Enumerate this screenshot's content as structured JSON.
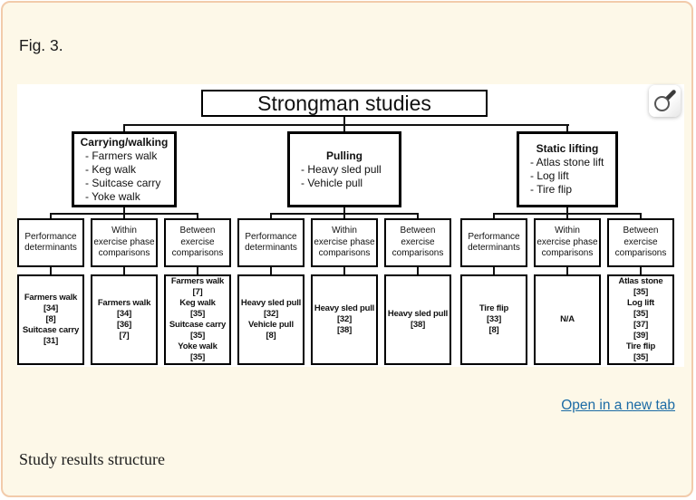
{
  "page": {
    "fig_label": "Fig. 3.",
    "caption": "Study results structure",
    "open_link_label": "Open in a new tab"
  },
  "icons": {
    "zoom_button": "magnifier-icon"
  },
  "colors": {
    "page_background": "#FDF8E8",
    "page_border": "#F2CBAB",
    "figure_background": "#FFFFFF",
    "diagram_line": "#111111",
    "box_border": "#000000",
    "link": "#1B6BA5",
    "text": "#1C1C1C"
  },
  "diagram": {
    "title": "Strongman studies",
    "column_labels": [
      "Performance\ndeterminants",
      "Within\nexercise phase\ncomparisons",
      "Between\nexercise\ncomparisons"
    ],
    "branches": [
      {
        "heading": "Carrying/walking",
        "exercises": "- Farmers walk\n- Keg walk\n- Suitcase carry\n- Yoke walk",
        "leaves": [
          "Farmers walk\n[34]\n[8]\nSuitcase carry\n[31]",
          "Farmers walk\n[34]\n[36]\n[7]",
          "Farmers walk\n[7]\nKeg walk\n[35]\nSuitcase carry\n[35]\nYoke walk\n[35]"
        ]
      },
      {
        "heading": "Pulling",
        "exercises": "- Heavy sled pull\n- Vehicle pull",
        "leaves": [
          "Heavy sled pull\n[32]\nVehicle pull\n[8]",
          "Heavy sled pull\n[32]\n[38]",
          "Heavy sled pull\n[38]"
        ]
      },
      {
        "heading": "Static lifting",
        "exercises": "- Atlas stone lift\n- Log lift\n- Tire flip",
        "leaves": [
          "Tire flip\n[33]\n[8]",
          "N/A",
          "Atlas stone\n[35]\nLog lift\n[35]\n[37]\n[39]\nTire flip\n[35]"
        ]
      }
    ]
  }
}
